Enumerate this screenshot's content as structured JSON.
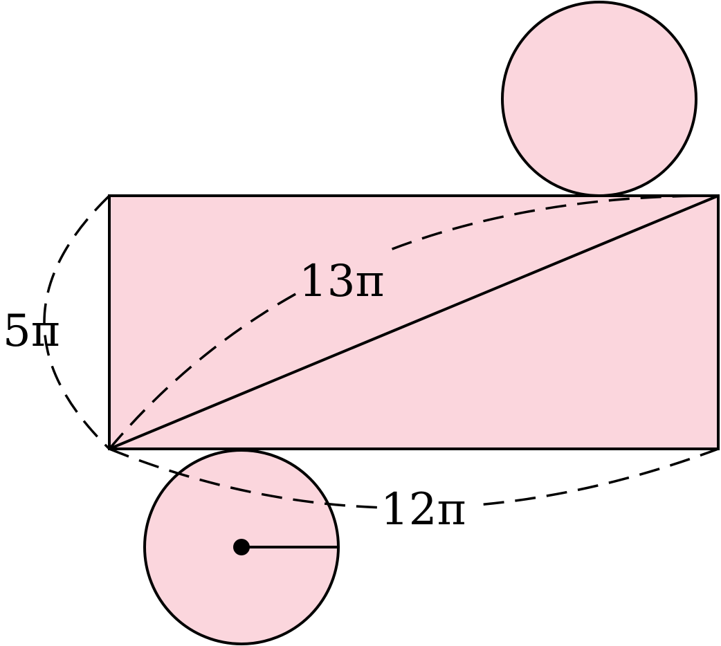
{
  "labels": {
    "height": "5π",
    "diagonal": "13π",
    "width": "12π"
  },
  "colors": {
    "fill": "#fbd6dd",
    "stroke": "#000000"
  }
}
